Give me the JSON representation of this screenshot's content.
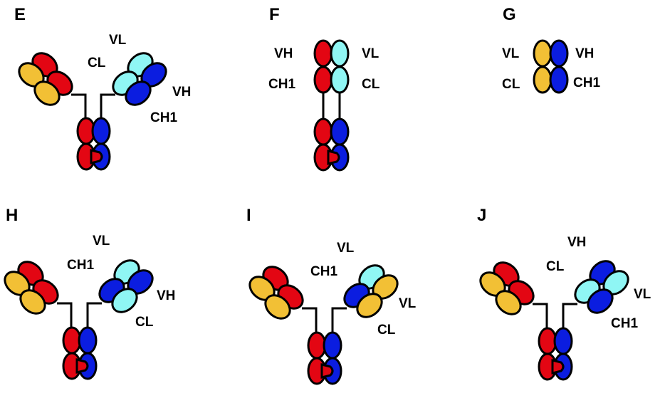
{
  "colors": {
    "heavy_chain_red": "#e30613",
    "heavy_chain_blue": "#0b1de0",
    "light_chain_yellow": "#f2c035",
    "light_chain_cyan": "#8ff6f4",
    "outline": "#000000"
  },
  "panels": {
    "E": {
      "letter": "E",
      "labels": {
        "vl": "VL",
        "cl": "CL",
        "vh": "VH",
        "ch1": "CH1"
      }
    },
    "F": {
      "letter": "F",
      "labels": {
        "vh": "VH",
        "ch1": "CH1",
        "vl": "VL",
        "cl": "CL"
      }
    },
    "G": {
      "letter": "G",
      "labels": {
        "vl": "VL",
        "cl": "CL",
        "vh": "VH",
        "ch1": "CH1"
      }
    },
    "H": {
      "letter": "H",
      "labels": {
        "vl": "VL",
        "ch1": "CH1",
        "vh": "VH",
        "cl": "CL"
      }
    },
    "I": {
      "letter": "I",
      "labels": {
        "vl": "VL",
        "ch1": "CH1",
        "vl2": "VL",
        "cl": "CL"
      }
    },
    "J": {
      "letter": "J",
      "labels": {
        "vh": "VH",
        "cl": "CL",
        "vl": "VL",
        "ch1": "CH1"
      }
    }
  }
}
